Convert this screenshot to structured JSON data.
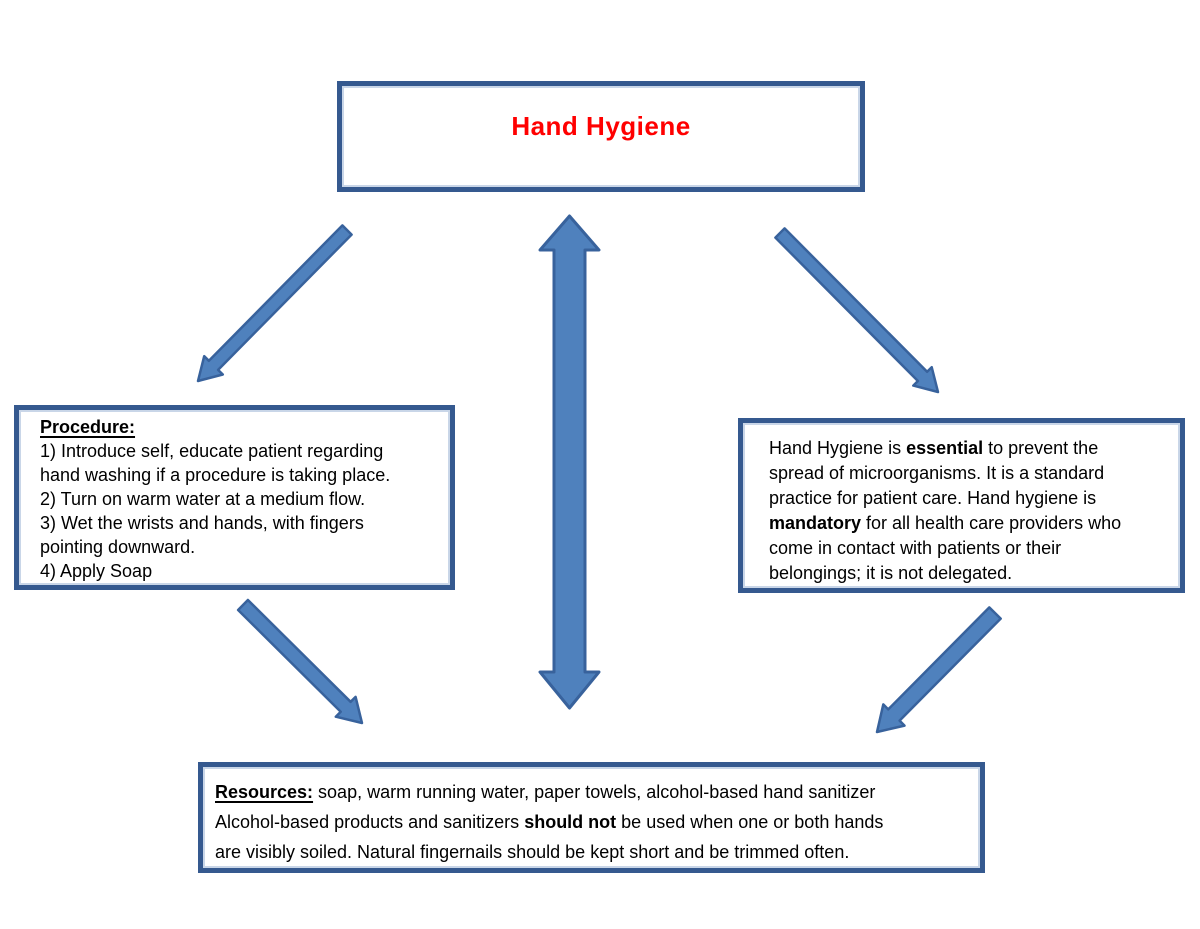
{
  "colors": {
    "arrow_fill": "#4F81BD",
    "arrow_stroke": "#38629C",
    "box_border": "#35598F",
    "title_red": "#FF0000"
  },
  "title_box": {
    "title": "Hand Hygiene"
  },
  "procedure_box": {
    "heading": "Procedure:",
    "lines": [
      "1) Introduce self, educate patient regarding",
      "hand washing if a procedure is taking place.",
      "2) Turn on warm water at a medium flow.",
      "3) Wet the wrists and hands, with fingers",
      "pointing downward.",
      "4) Apply Soap"
    ]
  },
  "info_box": {
    "segments": [
      {
        "text": "Hand Hygiene is ",
        "bold": false
      },
      {
        "text": "essential",
        "bold": true
      },
      {
        "text": " to prevent the",
        "bold": false
      },
      {
        "text": "spread of microorganisms. It is a standard",
        "bold": false
      },
      {
        "text": "practice for patient care. Hand hygiene is",
        "bold": false
      },
      {
        "text": "mandatory",
        "bold": true
      },
      {
        "text": " for all health care providers who",
        "bold": false
      },
      {
        "text": "come in contact with patients or their",
        "bold": false
      },
      {
        "text": "belongings; it is not delegated.",
        "bold": false
      }
    ]
  },
  "resources_box": {
    "heading": "Resources:",
    "segments": [
      {
        "text": " soap, warm running water, paper towels, alcohol-based hand sanitizer",
        "bold": false
      },
      {
        "text": "Alcohol-based products and sanitizers ",
        "bold": false
      },
      {
        "text": "should not",
        "bold": true
      },
      {
        "text": " be used when one or both hands",
        "bold": false
      },
      {
        "text": "are visibly soiled. Natural fingernails should be kept short and be trimmed often.",
        "bold": false
      }
    ]
  }
}
